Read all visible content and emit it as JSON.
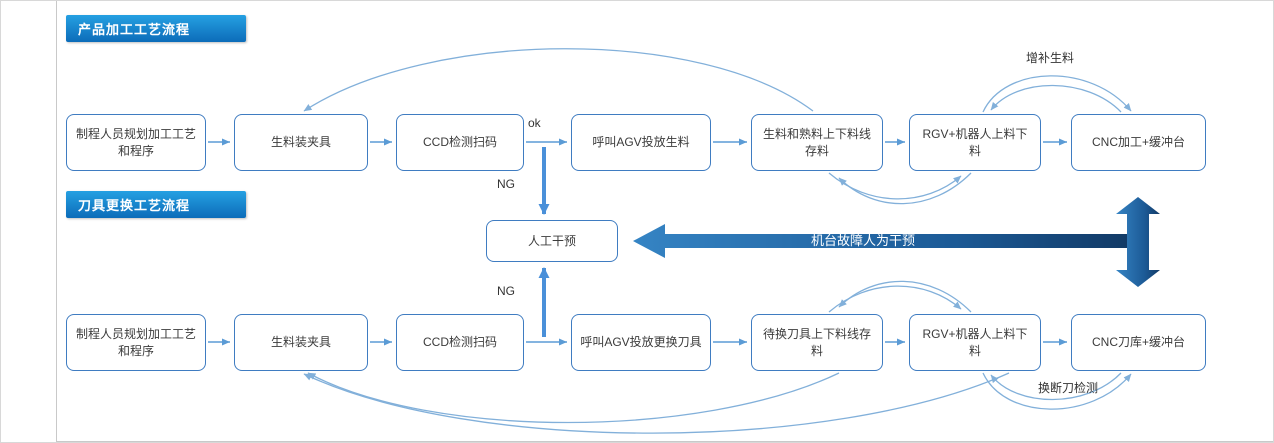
{
  "headers": {
    "top_banner": "产品加工工艺流程",
    "bottom_banner": "刀具更换工艺流程"
  },
  "top_row": [
    {
      "label": "制程人员规划加工工艺和程序"
    },
    {
      "label": "生料装夹具"
    },
    {
      "label": "CCD检测扫码"
    },
    {
      "label": "呼叫AGV投放生料"
    },
    {
      "label": "生料和熟料上下料线存料"
    },
    {
      "label": "RGV+机器人上料下料"
    },
    {
      "label": "CNC加工+缓冲台"
    }
  ],
  "bottom_row": [
    {
      "label": "制程人员规划加工工艺和程序"
    },
    {
      "label": "生料装夹具"
    },
    {
      "label": "CCD检测扫码"
    },
    {
      "label": "呼叫AGV投放更换刀具"
    },
    {
      "label": "待换刀具上下料线存料"
    },
    {
      "label": "RGV+机器人上料下料"
    },
    {
      "label": "CNC刀库+缓冲台"
    }
  ],
  "middle": {
    "manual_intervention": "人工干预",
    "fault_arrow_label": "机台故障人为干预"
  },
  "annotations": {
    "ok_label": "ok",
    "ng_top": "NG",
    "ng_bottom": "NG",
    "replenish_label": "增补生料",
    "tool_break_label": "换断刀检测"
  },
  "colors": {
    "box_border": "#3f7cc1",
    "arrow": "#5b9bd5",
    "curve": "#82b0da",
    "banner_top": "#25a0e2",
    "banner_bottom": "#0c6cb9",
    "big_arrow_start": "#3584c4",
    "big_arrow_end": "#123a66"
  }
}
